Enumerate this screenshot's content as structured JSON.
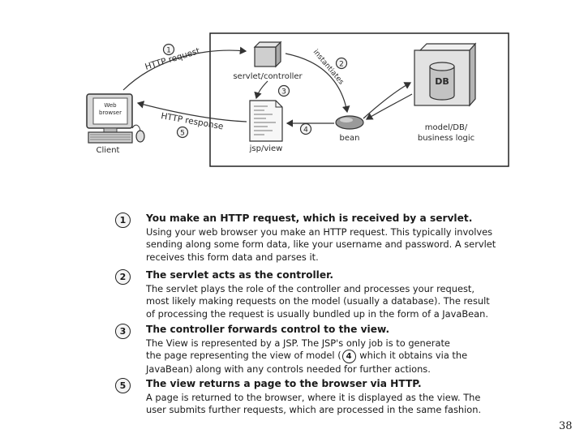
{
  "diagram": {
    "labels": {
      "servlet": "servlet/controller",
      "client": "Client",
      "jsp": "jsp/view",
      "bean": "bean",
      "db": "DB",
      "model_line1": "model/DB/",
      "model_line2": "business logic",
      "monitor_line1": "Web",
      "monitor_line2": "browser"
    },
    "arrows": {
      "request": "HTTP request",
      "response": "HTTP response",
      "instantiates": "instantiates"
    },
    "markers": [
      "1",
      "2",
      "3",
      "4",
      "5"
    ]
  },
  "steps": [
    {
      "num": "1",
      "title": "You make an HTTP request, which is received by a servlet.",
      "lines": [
        "Using your web browser you make an HTTP request.  This typically involves",
        "sending along some form data, like your username and password.  A servlet",
        "receives this form data and parses it."
      ]
    },
    {
      "num": "2",
      "title": "The servlet acts as the controller.",
      "lines": [
        "The servlet plays the role of the controller and processes your request,",
        "most likely making requests on the model (usually a database).  The result",
        "of processing the request is usually bundled up in the form of a JavaBean."
      ]
    },
    {
      "num": "3",
      "title": "The controller forwards control to the view.",
      "lines_a": [
        "The View is represented by a JSP.  The JSP's only job is to generate"
      ],
      "line_b_before": "the page representing the view of model (",
      "inline_num": "4",
      "line_b_after": "which it obtains via the",
      "lines_c": [
        "JavaBean) along with any controls needed for further actions."
      ]
    },
    {
      "num": "5",
      "title": "The view returns a page to the browser via HTTP.",
      "lines": [
        "A page is returned to the browser, where it is displayed as the view. The",
        "user submits further requests, which are processed in the same fashion."
      ]
    }
  ],
  "page_number": "38"
}
